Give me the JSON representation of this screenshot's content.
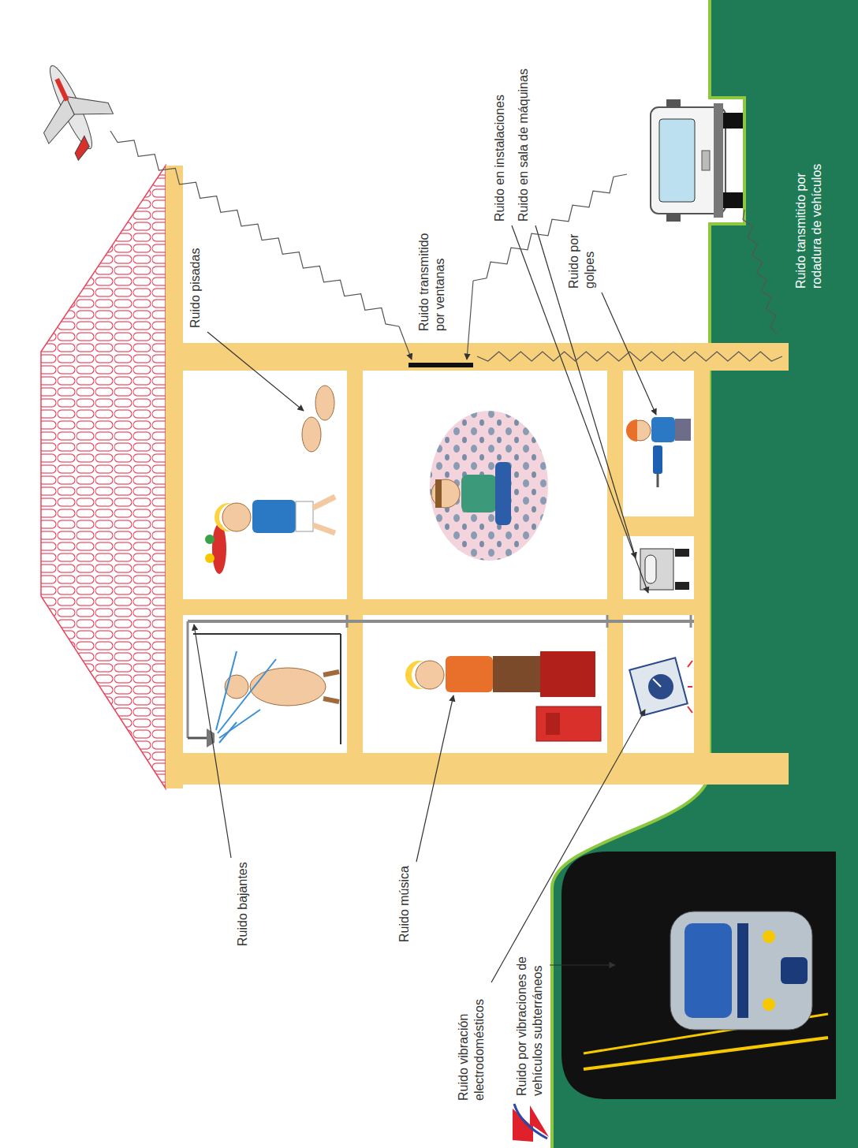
{
  "diagram": {
    "labels": [
      "Ruido pisadas",
      "Ruido transmitido por ventanas",
      "Ruido en instalaciones",
      "Ruido en sala de máquinas",
      "Ruido por golpes",
      "Ruido tansmitido por rodadura de vehículos",
      "Ruido bajantes",
      "Ruido música",
      "Ruido vibración electrodomésticos",
      "Ruido por vibraciones de vehículos subterráneos"
    ]
  }
}
